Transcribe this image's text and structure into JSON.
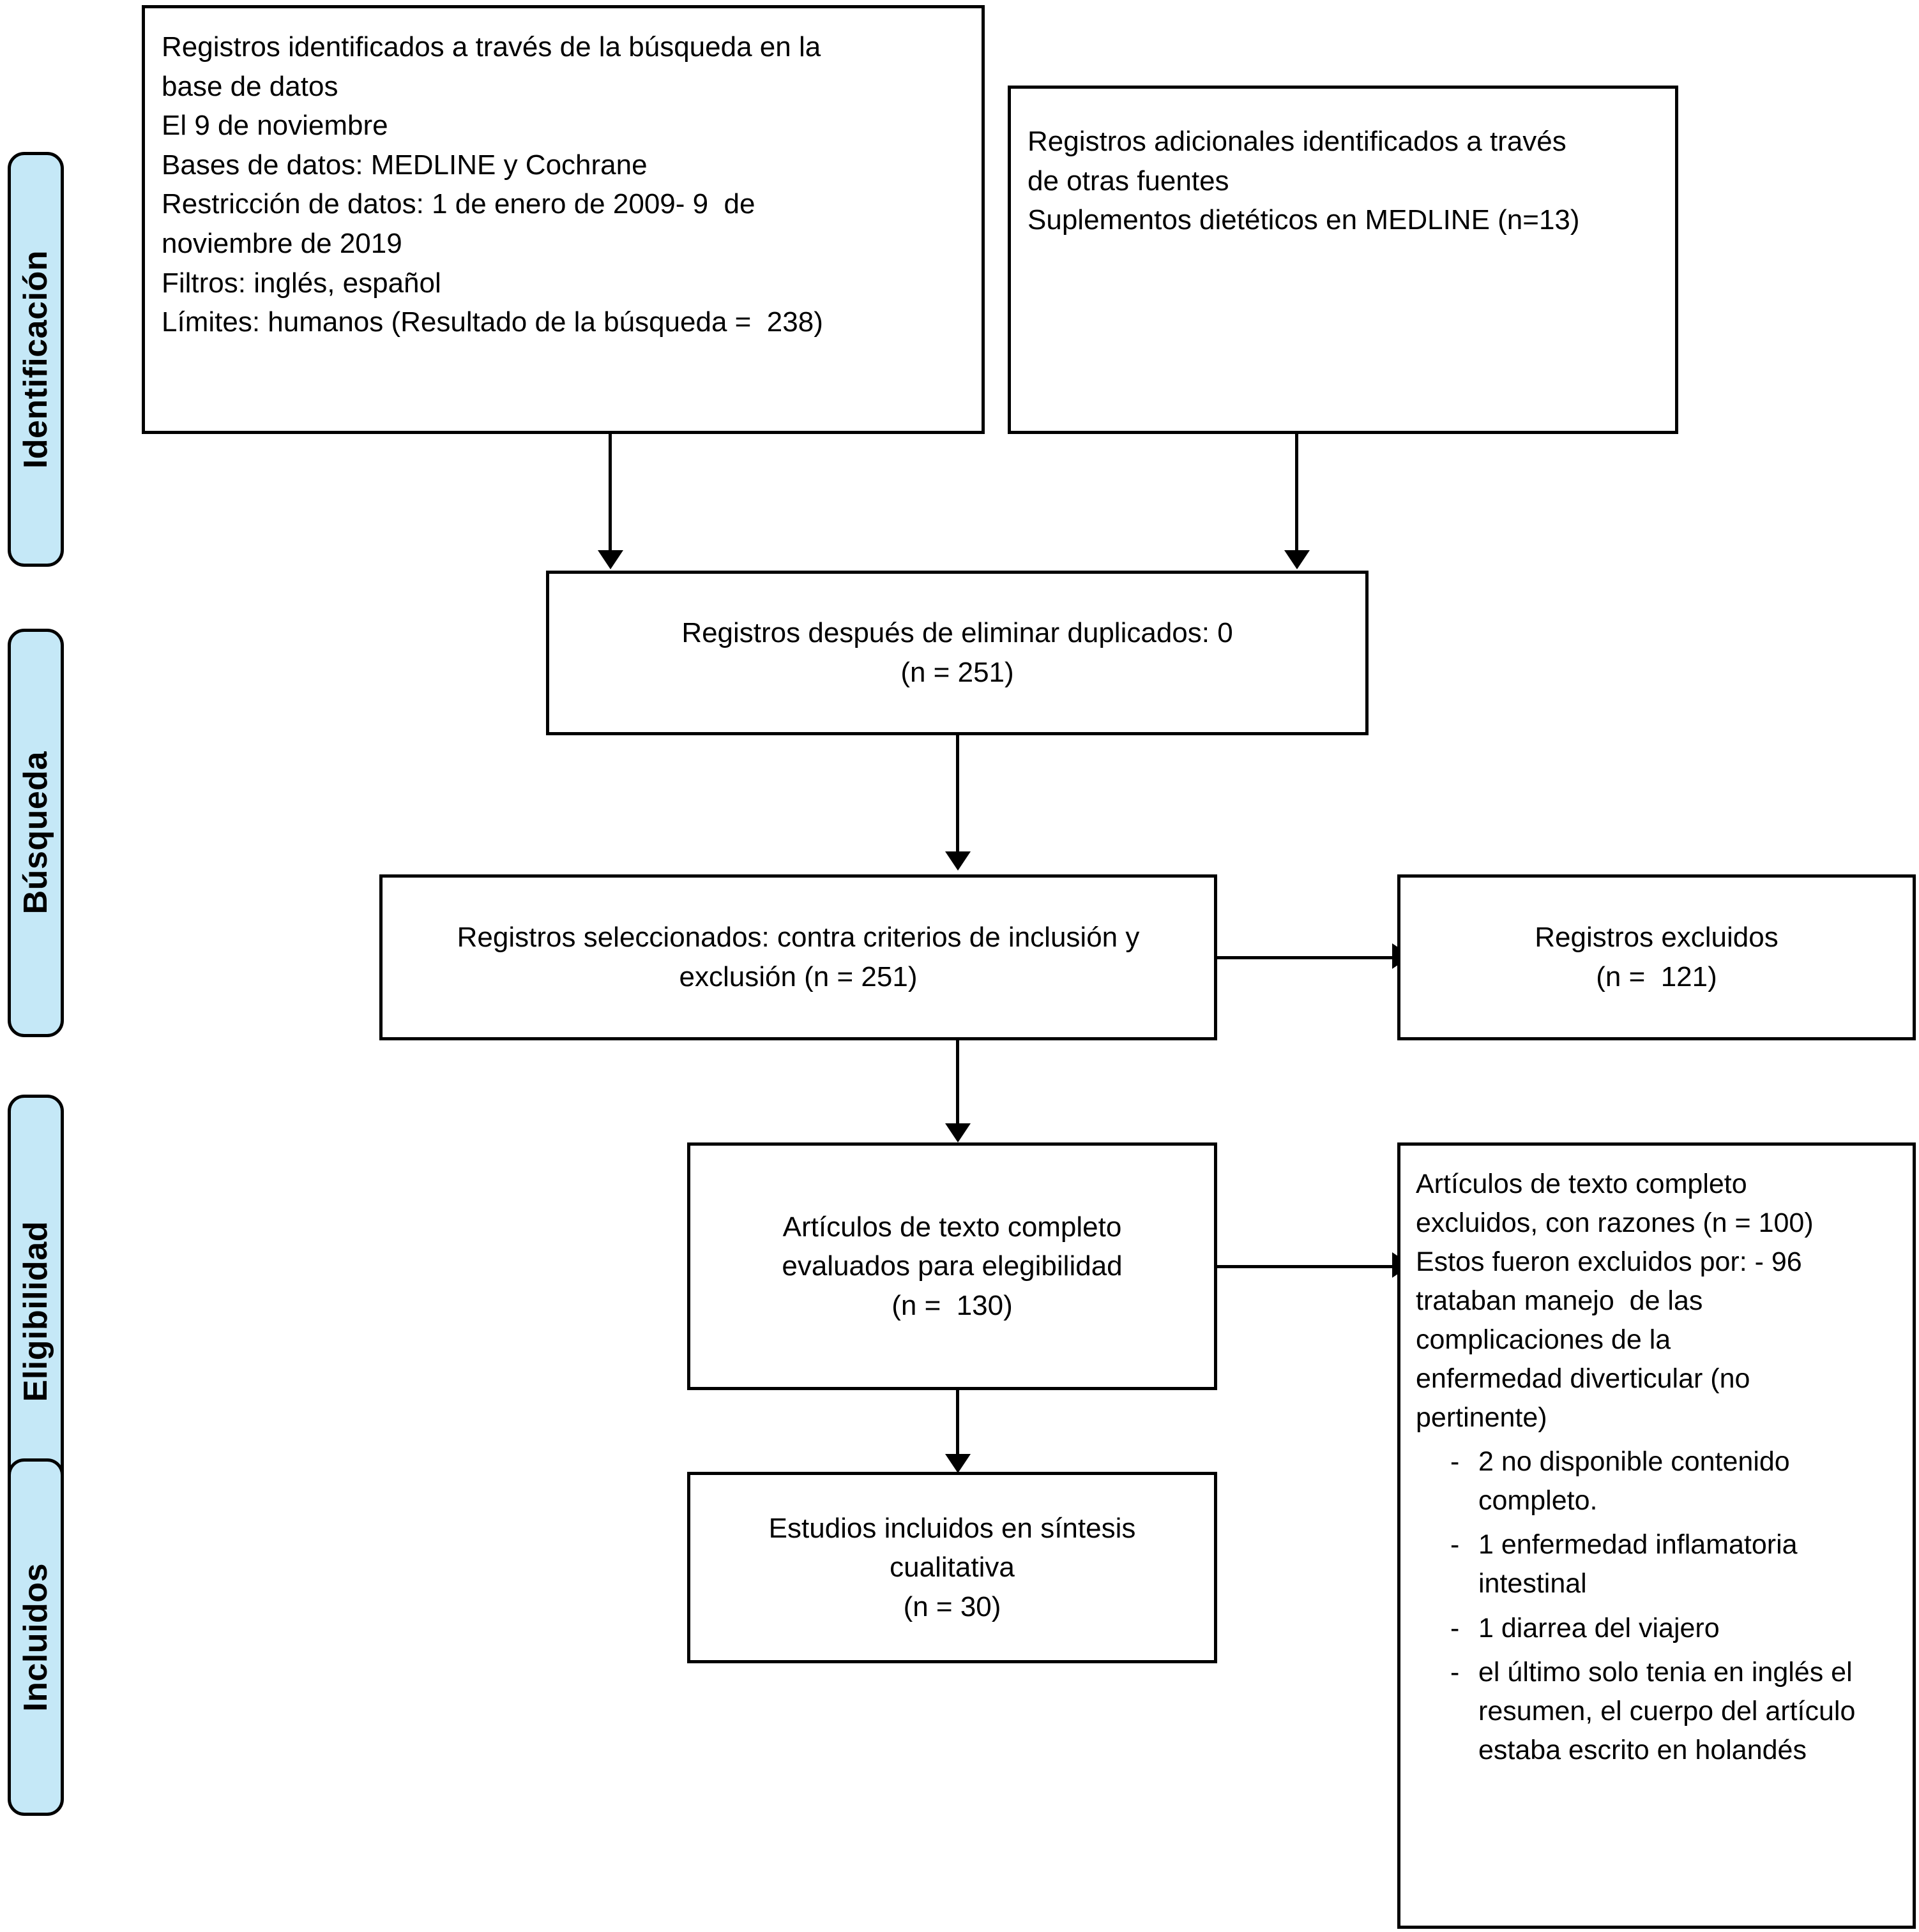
{
  "diagram": {
    "type": "prisma-flow-diagram",
    "language": "es",
    "colors": {
      "stage_tab_fill": "#c5e8f7",
      "box_fill": "#ffffff",
      "stroke": "#000000"
    }
  },
  "stages": [
    {
      "id": "identificacion",
      "label": "Identificación"
    },
    {
      "id": "busqueda",
      "label": "Búsqueda"
    },
    {
      "id": "eligibilidad",
      "label": "Eligibilidad"
    },
    {
      "id": "incluidos",
      "label": "Incluidos"
    }
  ],
  "boxes": {
    "database_records": {
      "lines": [
        "Registros identificados a través de la búsqueda en la",
        "base de datos",
        "El 9 de noviembre",
        "Bases de datos: MEDLINE y Cochrane",
        "Restricción de datos: 1 de enero de 2009- 9  de",
        "noviembre de 2019",
        "Filtros: inglés, español",
        "Límites: humanos (Resultado de la búsqueda =  238)"
      ]
    },
    "other_sources": {
      "lines": [
        "Registros adicionales identificados a través",
        "de otras fuentes",
        "Suplementos dietéticos en MEDLINE (n=13)"
      ]
    },
    "after_duplicates": {
      "lines": [
        "Registros después de eliminar duplicados: 0",
        "(n = 251)"
      ]
    },
    "screened": {
      "lines": [
        "Registros seleccionados: contra criterios de inclusión y",
        "exclusión (n = 251)"
      ]
    },
    "records_excluded": {
      "lines": [
        "Registros excluidos",
        "(n =  121)"
      ]
    },
    "fulltext_assessed": {
      "lines": [
        "Artículos de texto completo",
        "evaluados para elegibilidad",
        "(n =  130)"
      ]
    },
    "fulltext_excluded": {
      "paragraph": [
        "Artículos de texto completo",
        "excluidos, con razones (n = 100)",
        "Estos fueron excluidos por: - 96",
        "trataban manejo  de las",
        "complicaciones de la",
        "enfermedad diverticular (no",
        "pertinente)"
      ],
      "bullet_marker": "-",
      "reasons": [
        "2 no disponible contenido completo.",
        "1 enfermedad inflamatoria intestinal",
        "1 diarrea del viajero",
        "el último solo tenia en inglés el resumen, el cuerpo del artículo estaba escrito en holandés"
      ]
    },
    "included_studies": {
      "lines": [
        "Estudios incluidos en síntesis",
        "cualitativa",
        "(n = 30)"
      ]
    }
  }
}
